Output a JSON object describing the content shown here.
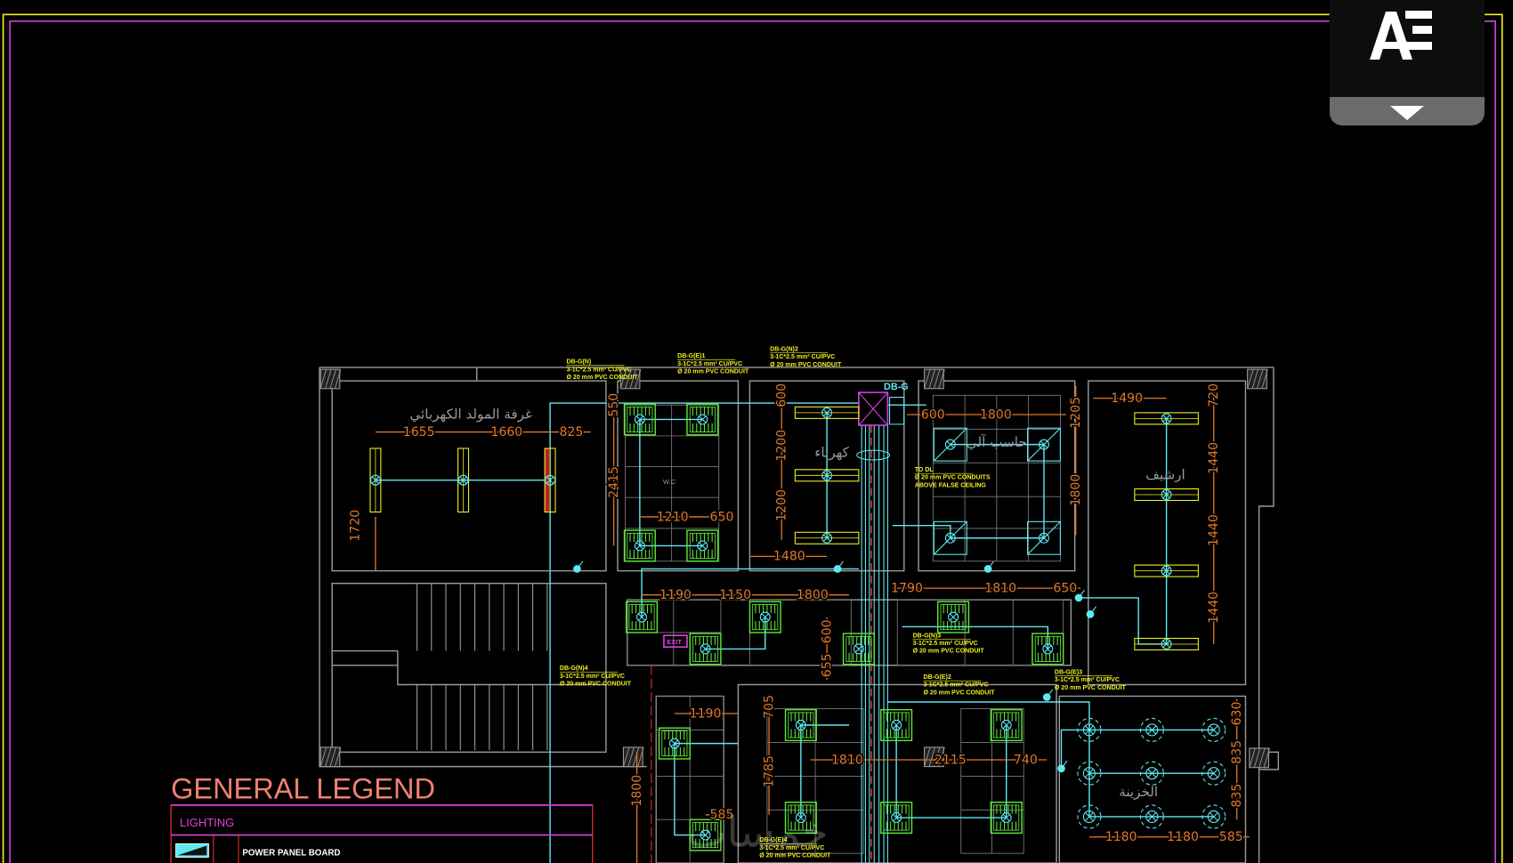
{
  "logo": {
    "text": "AE",
    "icon": "text-direction-icon",
    "toggle_icon": "chevron-down-icon"
  },
  "colors": {
    "background": "#000000",
    "frame_outer": "#f0f020",
    "frame_inner": "#d040e0",
    "wall": "#9a9a9a",
    "wiring": "#5fe8f0",
    "dimension": "#e0782a",
    "fixture_green": "#5ee83a",
    "fixture_yellow": "#f0f020",
    "legend_title": "#f08070",
    "legend_heading": "#e040e0"
  },
  "rooms": {
    "generator_room": "غرفة المولد الكهربائي",
    "electrical_room": "كهرباء",
    "computer_room": "حاسب آلي",
    "archive": "ارشيف",
    "treasury": "الخزينة"
  },
  "panel": {
    "name": "DB-G",
    "exit_sign": "EXIT",
    "wc_label": "W.C"
  },
  "circuit_notes": [
    {
      "line1": "DB-G(N)",
      "line2": "3-1C*2.5 mm² CU/PVC",
      "line3": "Ø 20 mm PVC CONDUIT"
    },
    {
      "line1": "DB-G(E)1",
      "line2": "3-1C*2.5 mm² CU/PVC",
      "line3": "Ø 20 mm PVC CONDUIT"
    },
    {
      "line1": "DB-G(N)2",
      "line2": "3-1C*2.5 mm² CU/PVC",
      "line3": "Ø 20 mm PVC CONDUIT"
    },
    {
      "line1": "TO DL",
      "line2": "Ø 20 mm PVC CONDUITS",
      "line3": "ABOVE FALSE CEILING"
    },
    {
      "line1": "DB-G(N)3",
      "line2": "3-1C*2.5 mm² CU/PVC",
      "line3": "Ø 20 mm PVC CONDUIT"
    },
    {
      "line1": "DB-G(E)2",
      "line2": "3-1C*2.5 mm² CU/PVC",
      "line3": "Ø 20 mm PVC CONDUIT"
    },
    {
      "line1": "DB-G(N)4",
      "line2": "3-1C*2.5 mm² CU/PVC",
      "line3": "Ø 20 mm PVC CONDUIT"
    },
    {
      "line1": "DB-G(E)3",
      "line2": "3-1C*2.5 mm² CU/PVC",
      "line3": "Ø 20 mm PVC CONDUIT"
    },
    {
      "line1": "DB-G(E)4",
      "line2": "3-1C*2.5 mm² CU/PVC",
      "line3": "Ø 20 mm PVC CONDUIT"
    }
  ],
  "dimensions": [
    "1655",
    "1660",
    "825",
    "550",
    "2415",
    "1210",
    "650",
    "1720",
    "600",
    "1200",
    "1200",
    "1480",
    "600",
    "1800",
    "1205",
    "1800",
    "1490",
    "720",
    "1440",
    "1440",
    "1440",
    "1190",
    "1150",
    "1800",
    "1790",
    "1810",
    "650",
    "600",
    "655",
    "1190",
    "705",
    "1785",
    "1810",
    "2115",
    "740",
    "1800",
    "585",
    "630",
    "835",
    "835",
    "1180",
    "1180",
    "585"
  ],
  "legend": {
    "title": "GENERAL LEGEND",
    "section": "LIGHTING",
    "rows": [
      {
        "symbol": "power-panel-board-icon",
        "label": "POWER PANEL BOARD"
      }
    ]
  },
  "watermark": "خمسات"
}
